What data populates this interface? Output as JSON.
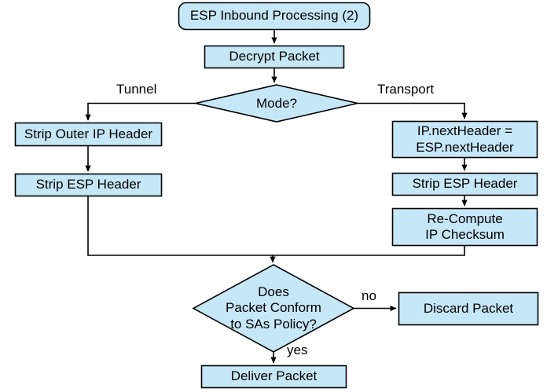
{
  "diagram": {
    "title": "ESP Inbound Processing (2)",
    "colors": {
      "node_fill": "#c6e7f7",
      "node_stroke": "#000000",
      "edge_stroke": "#000000",
      "background": "#ffffff",
      "text": "#000000"
    },
    "nodes": {
      "start": {
        "label": "ESP Inbound Processing (2)",
        "shape": "rounded-terminator"
      },
      "decrypt": {
        "label": "Decrypt Packet",
        "shape": "process"
      },
      "mode": {
        "label": "Mode?",
        "shape": "decision"
      },
      "strip_outer_ip": {
        "label": "Strip Outer IP Header",
        "shape": "process"
      },
      "strip_esp_tunnel": {
        "label": "Strip ESP Header",
        "shape": "process"
      },
      "next_header": {
        "label": "IP.nextHeader =\nESP.nextHeader",
        "shape": "process"
      },
      "strip_esp_transport": {
        "label": "Strip ESP Header",
        "shape": "process"
      },
      "recompute_checksum": {
        "label": "Re-Compute\nIP Checksum",
        "shape": "process"
      },
      "conform": {
        "label": "Does\nPacket Conform\nto SAs Policy?",
        "shape": "decision"
      },
      "discard": {
        "label": "Discard Packet",
        "shape": "process"
      },
      "deliver": {
        "label": "Deliver Packet",
        "shape": "process"
      }
    },
    "edge_labels": {
      "tunnel": "Tunnel",
      "transport": "Transport",
      "no": "no",
      "yes": "yes"
    }
  }
}
